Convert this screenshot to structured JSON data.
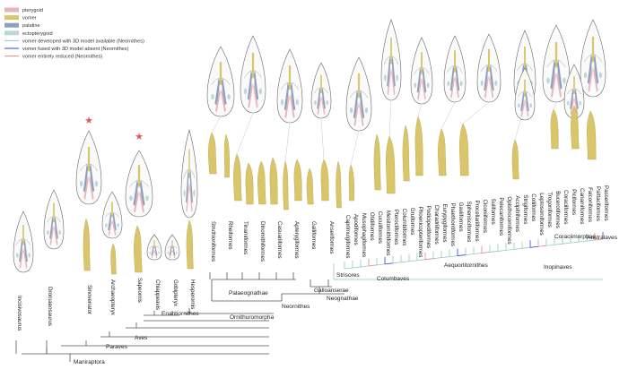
{
  "legend": {
    "items": [
      {
        "label": "pterygoid",
        "kind": "swatch",
        "color": "#e8b4bb"
      },
      {
        "label": "vomer",
        "kind": "swatch",
        "color": "#d9c66b"
      },
      {
        "label": "palatine",
        "kind": "swatch",
        "color": "#8fa0bd"
      },
      {
        "label": "ectopterygoid",
        "kind": "swatch",
        "color": "#bcd7dc"
      },
      {
        "label": "vomer developed with 3D model available (Neornithes)",
        "kind": "line",
        "color": "#8ec9c7"
      },
      {
        "label": "vomer fused with 3D model absent (Neornithes)",
        "kind": "line",
        "color": "#3f3fd9"
      },
      {
        "label": "vomer entirely reduced (Neornithes)",
        "kind": "line",
        "color": "#e08a8a"
      }
    ]
  },
  "colors": {
    "pterygoid": "#e8b4bb",
    "vomer": "#d9c66b",
    "palatine": "#8fa0bd",
    "ectopterygoid": "#bcd7dc",
    "star": "#e05a5a",
    "tree": "#555555"
  },
  "taxa": {
    "stem": [
      "Incisivosaurus",
      "Dromaeosaurus",
      "Sinovenator",
      "Archaeopteryx",
      "Sapeornis",
      "Chiappeavis",
      "Gobipteryx",
      "Hesperornis"
    ],
    "palaeognathae": [
      "Struthioniformes",
      "Rheiformes",
      "Tinamiformes",
      "Dinornithiformes",
      "Casuariiformes",
      "Apterygiformes"
    ],
    "galloanserae": [
      "Galliformes",
      "Anseriformes"
    ],
    "neoaves": [
      "Caprimulgiformes",
      "Apodiformes",
      "Musophagiformes",
      "Otidiformes",
      "Cuculiformes",
      "Mesitornithiformes",
      "Pterocliformes",
      "Columbiformes",
      "Gruiformes",
      "Phoenicopteriformes",
      "Podicipediformes",
      "Charadriiformes",
      "Eurypygiformes",
      "Phaethontiformes",
      "Gaviiformes",
      "Sphenisciformes",
      "Procellariiformes",
      "Ciconiiformes",
      "Suliformes",
      "Pelecaniformes",
      "Opisthocomiformes",
      "Accipitriformes",
      "Strigiformes",
      "Coliiformes",
      "Leptosomiformes",
      "Trogoniformes",
      "Bucerotiformes",
      "Coraciiformes",
      "Piciformes",
      "Cariamiformes",
      "Falconiformes",
      "Psittaciformes",
      "Passeriformes"
    ]
  },
  "clades": {
    "maniraptora": "Maniraptora",
    "paraves": "Paraves",
    "aves": "Aves",
    "ornithuromorpha": "Ornithuromorpha",
    "enantiornithes": "Enantiornithes",
    "neornithes": "Neornithes",
    "palaeognathae": "Palaeognathae",
    "neognathae": "Neognathae",
    "galloanserae": "Galloanserae",
    "strisores": "Strisores",
    "columbaves": "Columbaves",
    "aequorlitornithes": "Aequorlitornithes",
    "inopinaves": "Inopinaves",
    "coraciimorphae": "Coraciimorphae",
    "australaves": "Australaves"
  },
  "stars": [
    {
      "taxon": "Sinovenator",
      "symbol": "★"
    },
    {
      "taxon": "Sapeornis",
      "symbol": "★"
    }
  ]
}
